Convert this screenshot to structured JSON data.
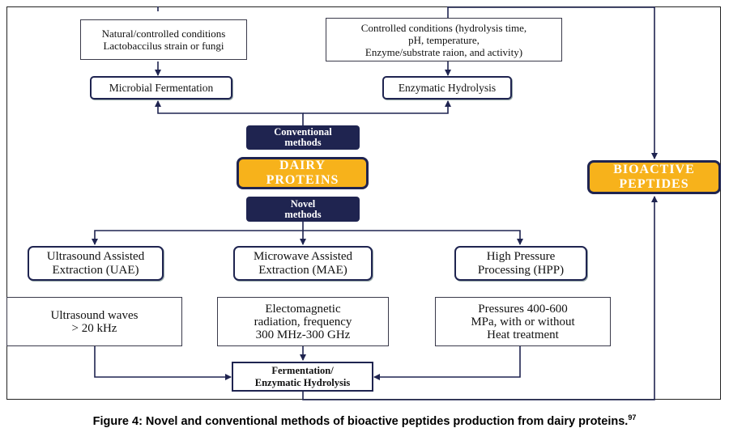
{
  "top_left_note": [
    "Natural/controlled conditions",
    "Lactobaccilus strain or fungi"
  ],
  "top_right_note": [
    "Controlled conditions (hydrolysis time,",
    "pH, temperature,",
    "Enzyme/substrate raion, and activity)"
  ],
  "microbial_fermentation": "Microbial Fermentation",
  "enzymatic_hydrolysis": "Enzymatic Hydrolysis",
  "conventional_methods": [
    "Conventional",
    "methods"
  ],
  "dairy_proteins": [
    "DAIRY",
    "PROTEINS"
  ],
  "novel_methods": [
    "Novel",
    "methods"
  ],
  "bioactive_peptides": [
    "BIOACTIVE",
    "PEPTIDES"
  ],
  "uae": [
    "Ultrasound Assisted",
    "Extraction (UAE)"
  ],
  "mae": [
    "Microwave Assisted",
    "Extraction (MAE)"
  ],
  "hpp": [
    "High Pressure",
    "Processing (HPP)"
  ],
  "uae_desc": [
    "Ultrasound waves",
    "> 20 kHz"
  ],
  "mae_desc": [
    "Electomagnetic",
    "radiation, frequency",
    "300 MHz-300 GHz"
  ],
  "hpp_desc": [
    "Pressures 400-600",
    "MPa, with or without",
    "Heat treatment"
  ],
  "fermentation_hydrolysis": [
    "Fermentation/",
    "Enzymatic Hydrolysis"
  ],
  "caption": {
    "text": "Figure 4: Novel and conventional methods of bioactive peptides production from dairy proteins.",
    "ref": "97"
  },
  "colors": {
    "navy": "#1f2450",
    "gold": "#f7b21b"
  }
}
